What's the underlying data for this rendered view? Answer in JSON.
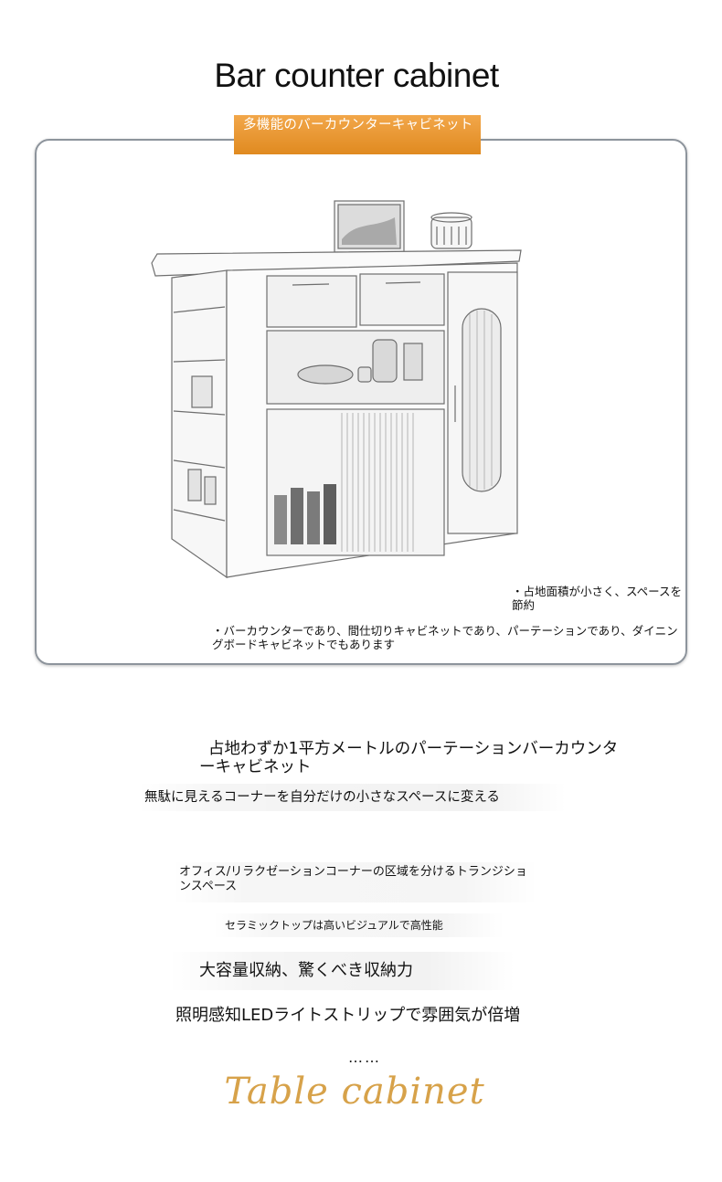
{
  "heading": {
    "title": "Bar counter cabinet"
  },
  "panel": {
    "tag": "多機能のバーカウンターキャビネット",
    "note_space": "・占地面積が小さく、スペースを節約",
    "note_uses": "・バーカウンターであり、間仕切りキャビネットであり、パーテーションであり、ダイニングボードキャビネットでもあります"
  },
  "features": [
    "占地わずか1平方メートルのパーテーションバーカウンターキャビネット",
    "無駄に見えるコーナーを自分だけの小さなスペースに変える",
    "オフィス/リラクゼーションコーナーの区域を分けるトランジションスペース",
    "セラミックトップは高いビジュアルで高性能",
    "大容量収納、驚くべき収納力",
    "照明感知LEDライトストリップで雰囲気が倍増"
  ],
  "footer": {
    "ellipsis": "……",
    "script_title": "Table cabinet"
  },
  "colors": {
    "orange_tag": "#e8951f",
    "gold_script": "#d7a24a",
    "frame_border": "#8d949c"
  },
  "image": {
    "subject": "cabinet-sketch-illustration"
  }
}
